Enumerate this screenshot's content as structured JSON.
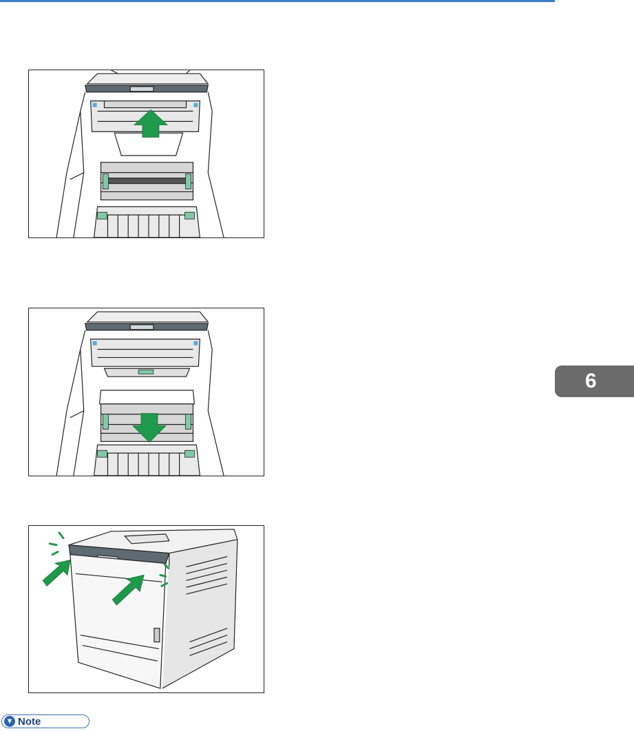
{
  "chapter": {
    "number": "6"
  },
  "note": {
    "label": "Note",
    "icon": "down-arrow-circle-icon"
  },
  "figures": [
    {
      "id": "figure-raise-fuser-cover",
      "arrow": "up"
    },
    {
      "id": "figure-lower-transfer-unit",
      "arrow": "down"
    },
    {
      "id": "figure-close-front-cover",
      "arrow": "push"
    }
  ],
  "colors": {
    "accent": "#3a7fc8",
    "tab": "#6b6b6b",
    "arrow": "#1f9a4a",
    "lever": "#7fcaa5",
    "note": "#2d63b3"
  }
}
